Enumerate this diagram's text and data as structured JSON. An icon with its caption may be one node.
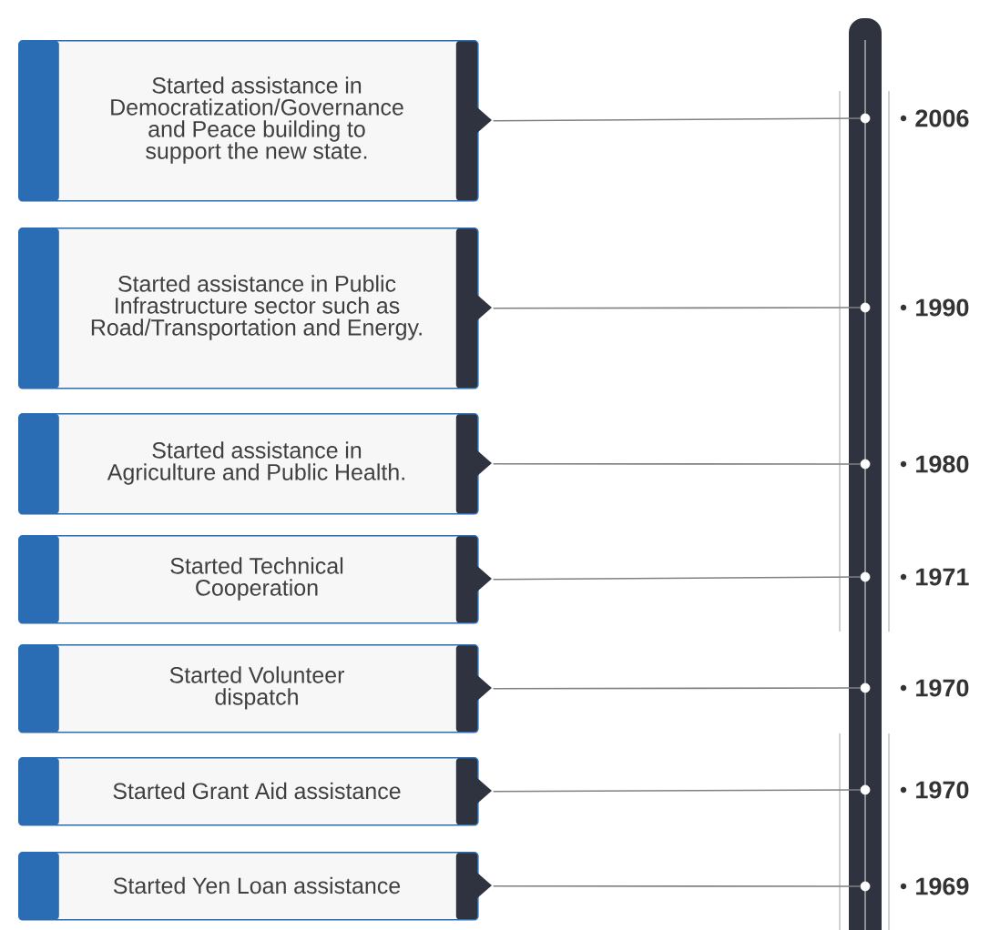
{
  "diagram": {
    "nodes": [
      {
        "text": [
          "Started assistance in Democratization/Governance and Peace building to support the new state."
        ]
      },
      {
        "text": [
          "Started assistance in Public Infrastructure sector such as Road/Transportation and Energy."
        ]
      },
      {
        "text": [
          "Started assistance in Agriculture and Public Health."
        ]
      },
      {
        "text": [
          "Started Technical Cooperation"
        ]
      },
      {
        "text": [
          "Started Volunteer dispatch"
        ]
      },
      {
        "text": [
          "Started Grant Aid assistance"
        ]
      },
      {
        "text": [
          "Started Yen Loan assistance"
        ]
      },
      {
        "text": [],
        "shape": "circle",
        "beside": [
          "2006"
        ]
      },
      {
        "text": [],
        "shape": "circle",
        "beside": [
          "1990"
        ]
      },
      {
        "text": [],
        "shape": "circle",
        "beside": [
          "1980"
        ]
      },
      {
        "text": [],
        "shape": "circle",
        "beside": [
          "1971"
        ]
      },
      {
        "text": [],
        "shape": "circle",
        "beside": [
          "1970"
        ]
      },
      {
        "text": [],
        "shape": "circle",
        "beside": [
          "1970"
        ]
      },
      {
        "text": [],
        "shape": "circle",
        "beside": [
          "1969"
        ]
      }
    ],
    "edges": [
      {
        "from": 0,
        "to": 7,
        "arrow": "none"
      },
      {
        "from": 1,
        "to": 8,
        "arrow": "none"
      },
      {
        "from": 2,
        "to": 9,
        "arrow": "none"
      },
      {
        "from": 3,
        "to": 10,
        "arrow": "none"
      },
      {
        "from": 4,
        "to": 11,
        "arrow": "none"
      },
      {
        "from": 5,
        "to": 12,
        "arrow": "none"
      },
      {
        "from": 6,
        "to": 13,
        "arrow": "none"
      }
    ]
  }
}
